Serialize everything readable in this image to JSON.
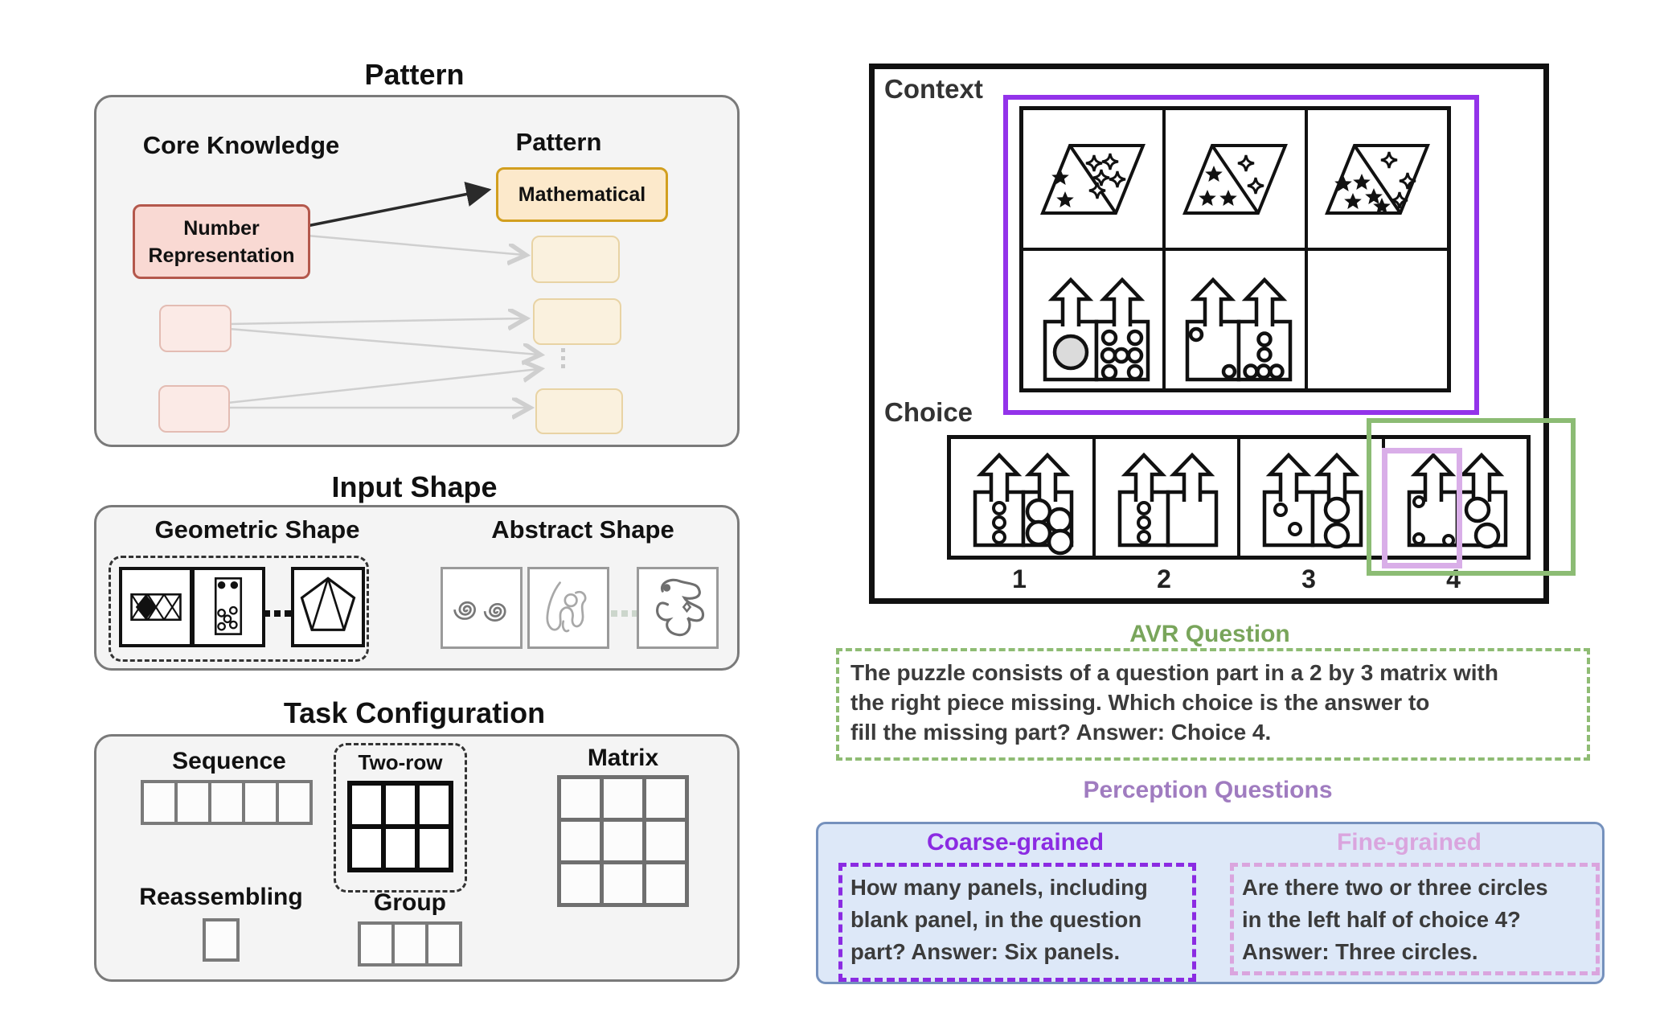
{
  "colors": {
    "context_purple": "#9333ea",
    "coarse_purple": "#8b2be2",
    "lavender_highlight": "#d9aee8",
    "answer_green": "#8cbc74",
    "avr_title_green": "#79a55b",
    "perception_mauve": "#a07cc0",
    "fine_pink": "#daa5de",
    "blue_panel_fill": "#dde8f8",
    "core_node_fill": "#f9d9d3",
    "core_node_border": "#b4584c",
    "pattern_node_fill": "#fce9cb",
    "pattern_node_border": "#d29f1f"
  },
  "pattern": {
    "title": "Pattern",
    "core_header": "Core Knowledge",
    "pattern_header": "Pattern",
    "core_node_line1": "Number",
    "core_node_line2": "Representation",
    "pattern_node": "Mathematical"
  },
  "input": {
    "title": "Input Shape",
    "geometric_header": "Geometric Shape",
    "abstract_header": "Abstract Shape"
  },
  "task": {
    "title": "Task Configuration",
    "sequence": "Sequence",
    "two_row": "Two-row",
    "matrix": "Matrix",
    "reassembling": "Reassembling",
    "group": "Group"
  },
  "puzzle": {
    "context_label": "Context",
    "choice_label": "Choice",
    "choice_numbers": [
      "1",
      "2",
      "3",
      "4"
    ]
  },
  "avr": {
    "title": "AVR Question",
    "lines": [
      "The puzzle consists of a question part in a 2 by 3 matrix with",
      "the right piece missing. Which choice is the answer to",
      "fill the missing part? Answer: Choice 4."
    ]
  },
  "perception": {
    "title": "Perception Questions",
    "coarse_title": "Coarse-grained",
    "coarse_lines": [
      "How many panels, including",
      "blank panel, in the question",
      "part? Answer: Six panels."
    ],
    "fine_title": "Fine-grained",
    "fine_lines": [
      "Are there two or three circles",
      "in the left half of choice 4?",
      "Answer: Three circles."
    ]
  }
}
